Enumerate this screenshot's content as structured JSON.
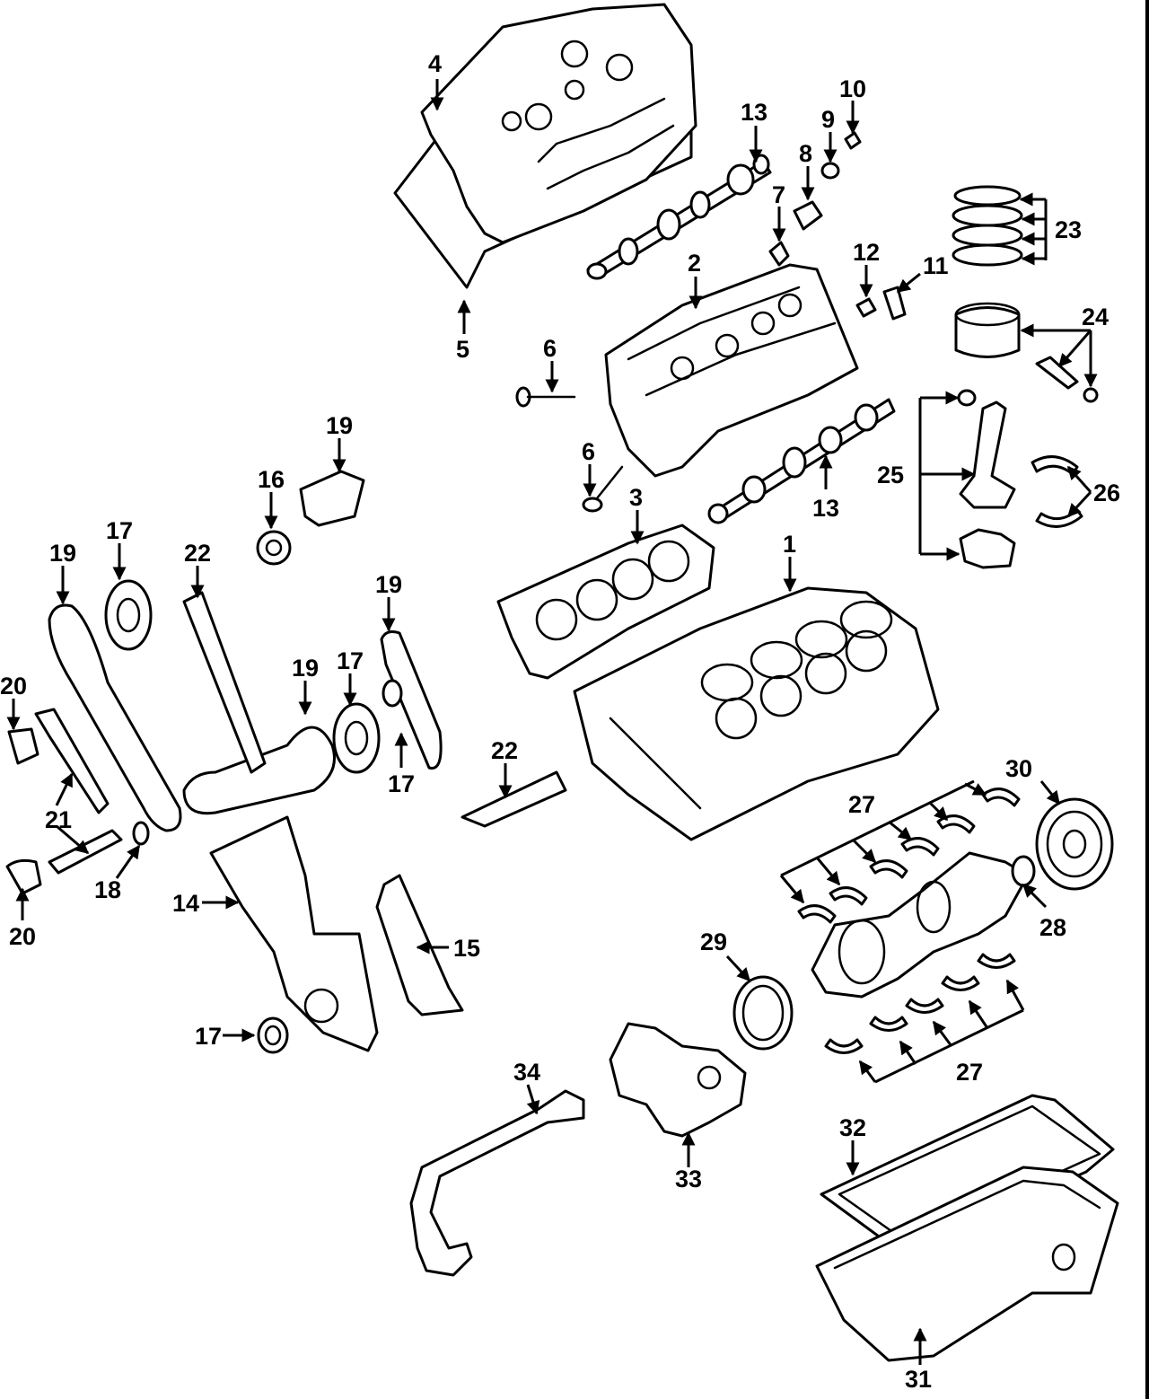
{
  "diagram": {
    "callouts": [
      {
        "id": "c1",
        "label": "1"
      },
      {
        "id": "c2",
        "label": "2"
      },
      {
        "id": "c3",
        "label": "3"
      },
      {
        "id": "c4",
        "label": "4"
      },
      {
        "id": "c5",
        "label": "5"
      },
      {
        "id": "c6a",
        "label": "6"
      },
      {
        "id": "c6b",
        "label": "6"
      },
      {
        "id": "c7",
        "label": "7"
      },
      {
        "id": "c8",
        "label": "8"
      },
      {
        "id": "c9",
        "label": "9"
      },
      {
        "id": "c10",
        "label": "10"
      },
      {
        "id": "c11",
        "label": "11"
      },
      {
        "id": "c12",
        "label": "12"
      },
      {
        "id": "c13a",
        "label": "13"
      },
      {
        "id": "c13b",
        "label": "13"
      },
      {
        "id": "c14",
        "label": "14"
      },
      {
        "id": "c15",
        "label": "15"
      },
      {
        "id": "c16",
        "label": "16"
      },
      {
        "id": "c17a",
        "label": "17"
      },
      {
        "id": "c17b",
        "label": "17"
      },
      {
        "id": "c17c",
        "label": "17"
      },
      {
        "id": "c17d",
        "label": "17"
      },
      {
        "id": "c18",
        "label": "18"
      },
      {
        "id": "c19a",
        "label": "19"
      },
      {
        "id": "c19b",
        "label": "19"
      },
      {
        "id": "c19c",
        "label": "19"
      },
      {
        "id": "c19d",
        "label": "19"
      },
      {
        "id": "c20a",
        "label": "20"
      },
      {
        "id": "c20b",
        "label": "20"
      },
      {
        "id": "c21",
        "label": "21"
      },
      {
        "id": "c22a",
        "label": "22"
      },
      {
        "id": "c22b",
        "label": "22"
      },
      {
        "id": "c23",
        "label": "23"
      },
      {
        "id": "c24",
        "label": "24"
      },
      {
        "id": "c25",
        "label": "25"
      },
      {
        "id": "c26",
        "label": "26"
      },
      {
        "id": "c27a",
        "label": "27"
      },
      {
        "id": "c27b",
        "label": "27"
      },
      {
        "id": "c28",
        "label": "28"
      },
      {
        "id": "c29",
        "label": "29"
      },
      {
        "id": "c30",
        "label": "30"
      },
      {
        "id": "c31",
        "label": "31"
      },
      {
        "id": "c32",
        "label": "32"
      },
      {
        "id": "c33",
        "label": "33"
      },
      {
        "id": "c34",
        "label": "34"
      }
    ]
  }
}
